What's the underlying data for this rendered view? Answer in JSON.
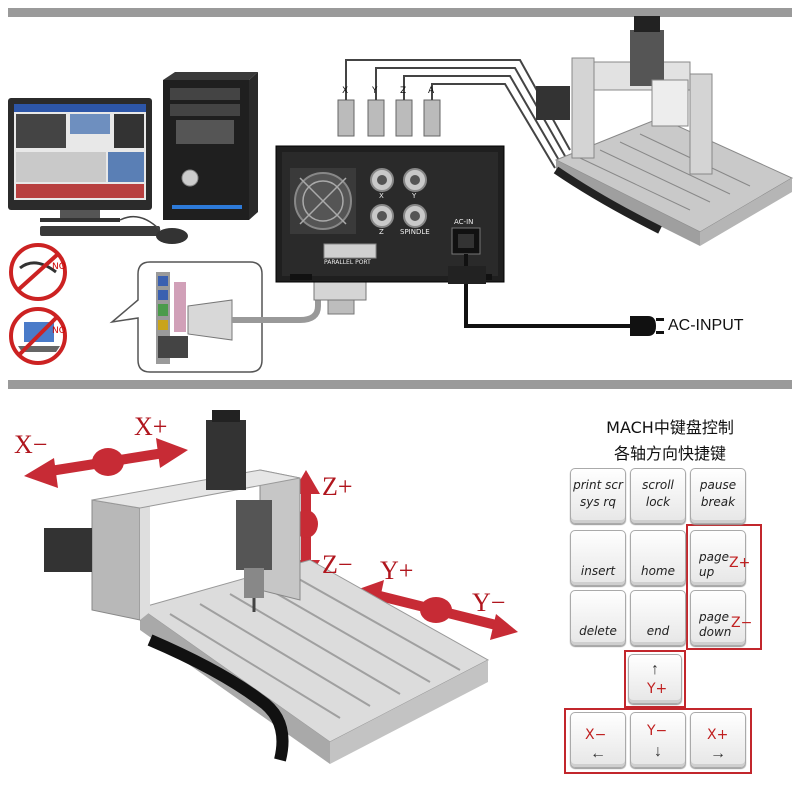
{
  "top_section": {
    "connector_labels": [
      "X",
      "Y",
      "Z",
      "A"
    ],
    "panel_labels": {
      "x": "X",
      "y": "Y",
      "z": "Z",
      "spindle": "SPINDLE",
      "parallel_port": "PARALLEL PORT",
      "ac_in": "AC-IN"
    },
    "ac_input_label": "AC-INPUT",
    "no_labels": [
      "NO",
      "NO"
    ]
  },
  "bottom_section": {
    "axis_labels": {
      "x_minus": "X−",
      "x_plus": "X+",
      "z_plus": "Z+",
      "z_minus": "Z−",
      "y_plus": "Y+",
      "y_minus": "Y−"
    },
    "keyboard_title_line1": "MACH中键盘控制",
    "keyboard_title_line2": "各轴方向快捷键",
    "keys": {
      "printscr": {
        "line1": "print scr",
        "line2": "sys rq"
      },
      "scroll": {
        "line1": "scroll",
        "line2": "lock"
      },
      "pause": {
        "line1": "pause",
        "line2": "break"
      },
      "insert": "insert",
      "home": "home",
      "pageup": {
        "line1": "page",
        "line2": "up",
        "axis": "Z+"
      },
      "delete": "delete",
      "end": "end",
      "pagedown": {
        "line1": "page",
        "line2": "down",
        "axis": "Z−"
      },
      "up": {
        "arrow": "↑",
        "axis": "Y+"
      },
      "left": {
        "arrow": "←",
        "axis": "X−"
      },
      "down": {
        "arrow": "↓",
        "axis": "Y−"
      },
      "right": {
        "arrow": "→",
        "axis": "X+"
      }
    }
  }
}
